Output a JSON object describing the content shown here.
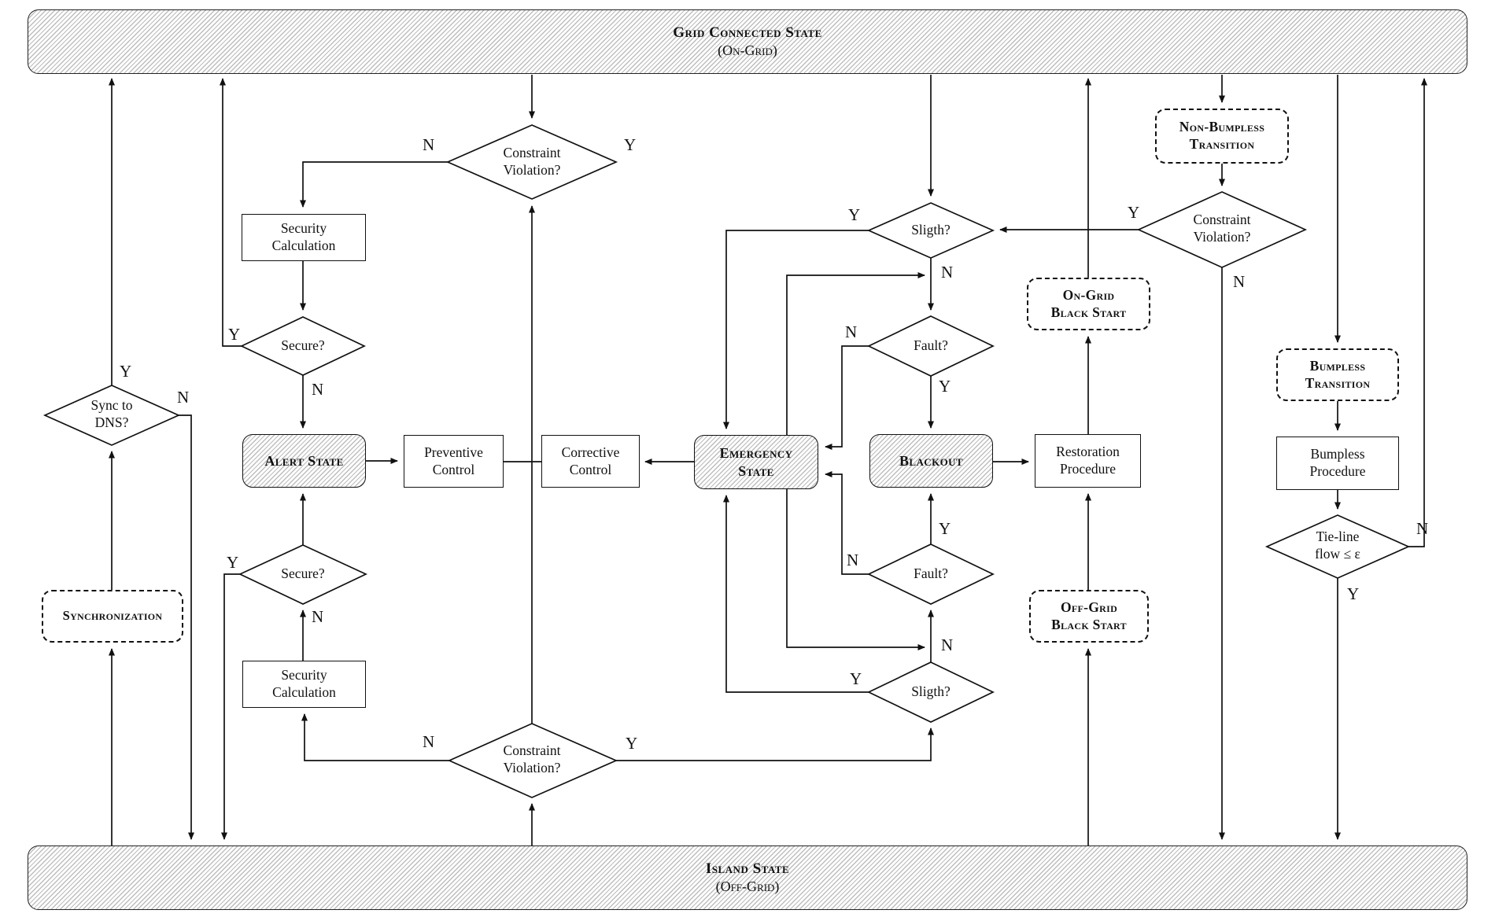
{
  "bars": {
    "top": {
      "title": "Grid Connected State",
      "subtitle": "(On-Grid)"
    },
    "bottom": {
      "title": "Island State",
      "subtitle": "(Off-Grid)"
    }
  },
  "nodes": {
    "security_calc_top": "Security\nCalculation",
    "secure_top": "Secure?",
    "alert_state": "Alert State",
    "preventive_control": "Preventive\nControl",
    "corrective_control": "Corrective\nControl",
    "emergency_state": "Emergency\nState",
    "blackout": "Blackout",
    "restoration_procedure": "Restoration\nProcedure",
    "on_grid_black_start": "On-Grid\nBlack Start",
    "off_grid_black_start": "Off-Grid\nBlack Start",
    "non_bumpless_transition": "Non-Bumpless\nTransition",
    "bumpless_transition": "Bumpless\nTransition",
    "bumpless_procedure": "Bumpless\nProcedure",
    "synchronization": "Synchronization",
    "security_calc_bottom": "Security\nCalculation",
    "sync_to_dns": "Sync to\nDNS?",
    "secure_bottom": "Secure?",
    "cv_top": "Constraint\nViolation?",
    "cv_bottom": "Constraint\nViolation?",
    "cv_right": "Constraint\nViolation?",
    "sligth_top": "Sligth?",
    "fault_top": "Fault?",
    "fault_bottom": "Fault?",
    "sligth_bottom": "Sligth?",
    "tie_line": "Tie-line\nflow ≤ ε"
  },
  "edge_labels": {
    "sync_yes": "Y",
    "sync_no": "N",
    "secure_top_yes": "Y",
    "secure_top_no": "N",
    "cv_top_no": "N",
    "cv_top_yes": "Y",
    "sligth_top_yes": "Y",
    "sligth_top_no": "N",
    "fault_top_no": "N",
    "fault_top_yes": "Y",
    "cv_right_yes": "Y",
    "cv_right_no": "N",
    "fault_bottom_no": "N",
    "fault_bottom_yes": "Y",
    "sligth_bottom_no": "N",
    "sligth_bottom_yes": "Y",
    "cv_bottom_no": "N",
    "cv_bottom_yes": "Y",
    "secure_bottom_yes": "Y",
    "secure_bottom_no": "N",
    "tie_line_no": "N",
    "tie_line_yes": "Y"
  },
  "colors": {
    "line": "#111111",
    "hatch_stripe": "#bdbdbd",
    "background": "#ffffff"
  }
}
